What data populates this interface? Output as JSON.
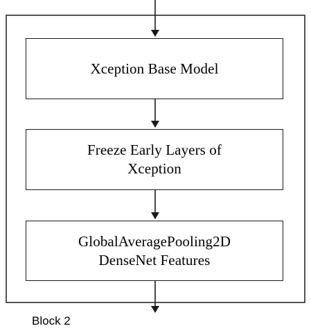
{
  "diagram": {
    "block_label": "Block 2",
    "nodes": [
      {
        "lines": [
          "Xception Base Model"
        ]
      },
      {
        "lines": [
          "Freeze Early Layers of",
          "Xception"
        ]
      },
      {
        "lines": [
          "GlobalAveragePooling2D",
          "DenseNet Features"
        ]
      }
    ],
    "colors": {
      "stroke": "#1a1a1a",
      "background": "#ffffff",
      "text": "#000000"
    }
  }
}
